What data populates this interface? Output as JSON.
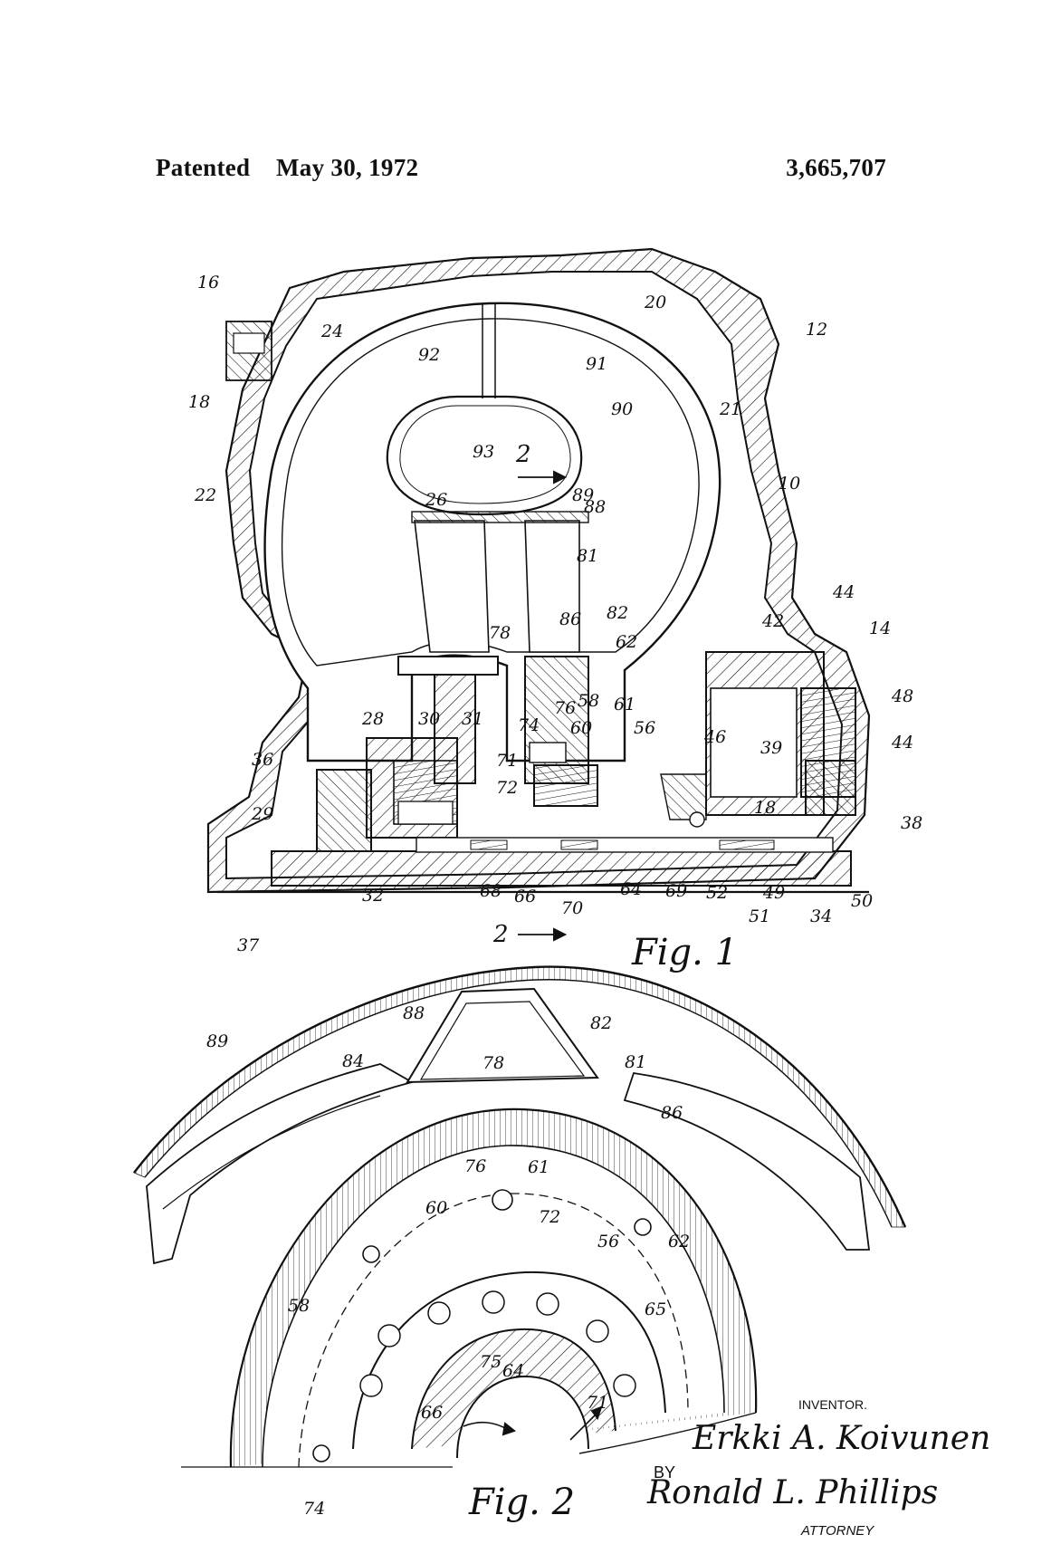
{
  "header": {
    "left": "Patented",
    "date": "May 30, 1972",
    "patent_number": "3,665,707"
  },
  "figures": [
    {
      "label": "Fig. 1",
      "section_marks": [
        "2",
        "2"
      ]
    },
    {
      "label": "Fig. 2"
    }
  ],
  "fig1_refs": [
    "16",
    "24",
    "92",
    "20",
    "12",
    "91",
    "18",
    "90",
    "21",
    "93",
    "22",
    "26",
    "89",
    "88",
    "10",
    "81",
    "82",
    "86",
    "78",
    "62",
    "44",
    "42",
    "14",
    "48",
    "28",
    "30",
    "31",
    "76",
    "58",
    "61",
    "74",
    "60",
    "56",
    "46",
    "44",
    "36",
    "39",
    "71",
    "72",
    "29",
    "18",
    "38",
    "32",
    "68",
    "66",
    "64",
    "69",
    "52",
    "49",
    "50",
    "70",
    "51",
    "34",
    "37"
  ],
  "fig2_refs": [
    "89",
    "88",
    "82",
    "84",
    "78",
    "81",
    "86",
    "76",
    "61",
    "60",
    "72",
    "56",
    "62",
    "58",
    "65",
    "75",
    "64",
    "66",
    "71",
    "74"
  ],
  "signature": {
    "inventor_label": "INVENTOR.",
    "inventor_name": "Erkki A. Koivunen",
    "by": "BY",
    "attorney_name": "Ronald L. Phillips",
    "attorney_label": "ATTORNEY"
  },
  "colors": {
    "ink": "#111111",
    "paper": "#ffffff"
  }
}
